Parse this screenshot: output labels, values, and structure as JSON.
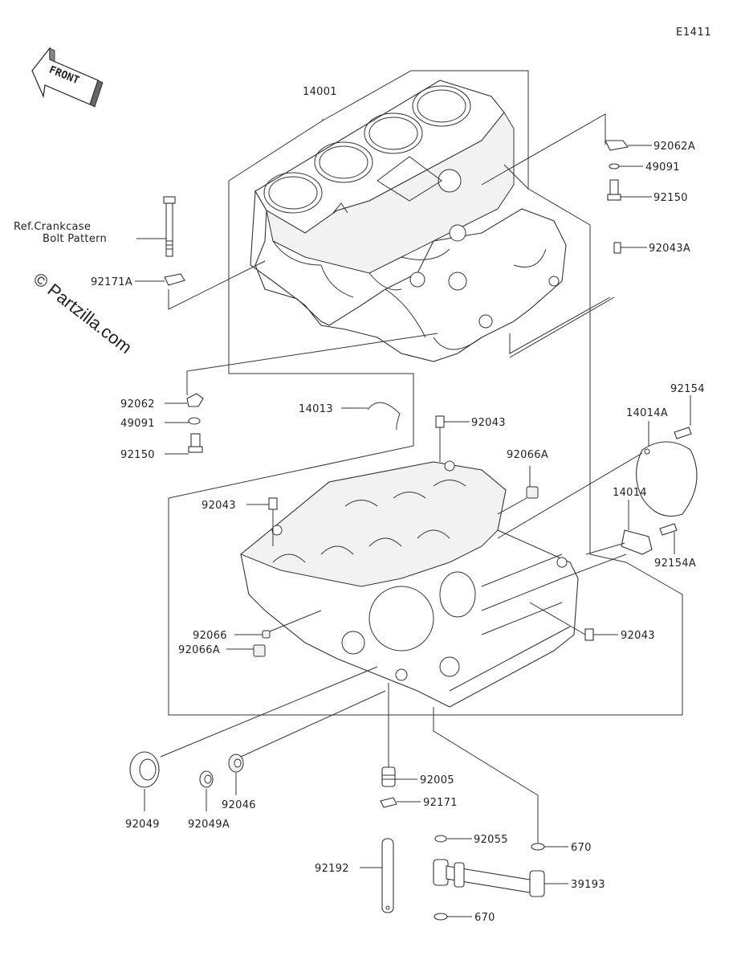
{
  "diagram": {
    "code": "E1411",
    "front_label": "FRONT",
    "watermark": "© Partzilla.com",
    "ref_note": [
      "Ref.Crankcase",
      "Bolt Pattern"
    ],
    "parts": [
      {
        "id": "p14001",
        "label": "14001"
      },
      {
        "id": "p92062A",
        "label": "92062A"
      },
      {
        "id": "p49091a",
        "label": "49091"
      },
      {
        "id": "p92150a",
        "label": "92150"
      },
      {
        "id": "p92171A",
        "label": "92171A"
      },
      {
        "id": "p92043A",
        "label": "92043A"
      },
      {
        "id": "p92062",
        "label": "92062"
      },
      {
        "id": "p49091b",
        "label": "49091"
      },
      {
        "id": "p92150b",
        "label": "92150"
      },
      {
        "id": "p14013",
        "label": "14013"
      },
      {
        "id": "p92043a",
        "label": "92043"
      },
      {
        "id": "p92154",
        "label": "92154"
      },
      {
        "id": "p14014A",
        "label": "14014A"
      },
      {
        "id": "p92066A_top",
        "label": "92066A"
      },
      {
        "id": "p92043b",
        "label": "92043"
      },
      {
        "id": "p14014",
        "label": "14014"
      },
      {
        "id": "p92154A",
        "label": "92154A"
      },
      {
        "id": "p92066",
        "label": "92066"
      },
      {
        "id": "p92066A",
        "label": "92066A"
      },
      {
        "id": "p92043c",
        "label": "92043"
      },
      {
        "id": "p92005",
        "label": "92005"
      },
      {
        "id": "p92171",
        "label": "92171"
      },
      {
        "id": "p92049",
        "label": "92049"
      },
      {
        "id": "p92049A",
        "label": "92049A"
      },
      {
        "id": "p92046",
        "label": "92046"
      },
      {
        "id": "p92055",
        "label": "92055"
      },
      {
        "id": "p670a",
        "label": "670"
      },
      {
        "id": "p92192",
        "label": "92192"
      },
      {
        "id": "p39193",
        "label": "39193"
      },
      {
        "id": "p670b",
        "label": "670"
      }
    ]
  }
}
